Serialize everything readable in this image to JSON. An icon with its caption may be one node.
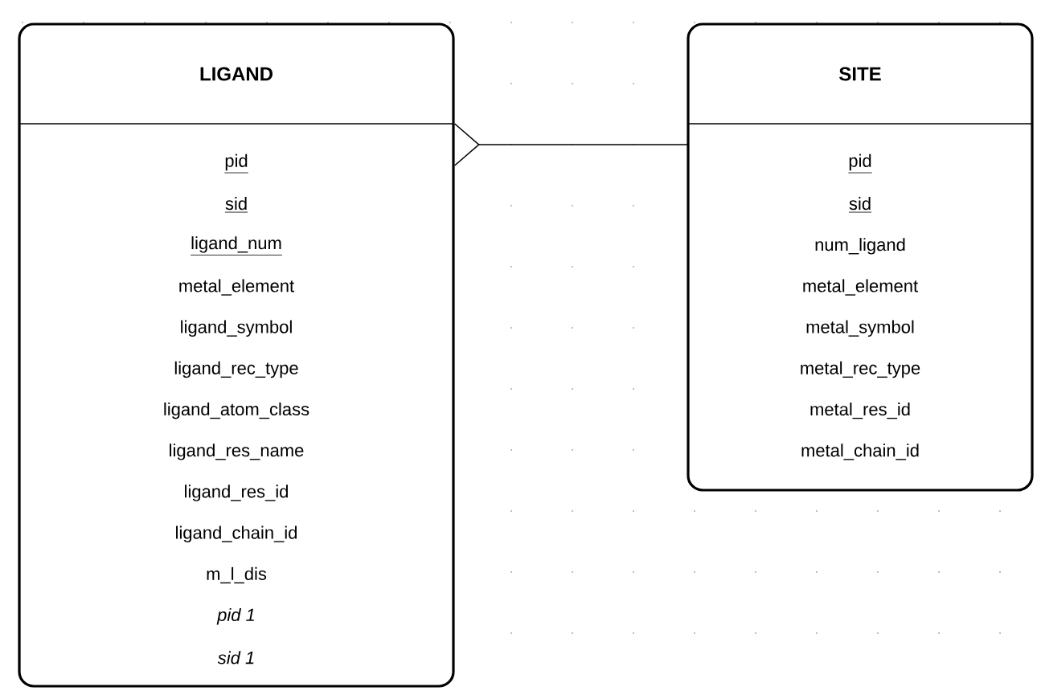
{
  "diagram": {
    "nodes": [
      {
        "text": [
          "LIGAND",
          "pid",
          "sid",
          "ligand_num",
          "metal_element",
          "ligand_symbol",
          "ligand_rec_type",
          "ligand_atom_class",
          "ligand_res_name",
          "ligand_res_id",
          "ligand_chain_id",
          "m_l_dis",
          "*pid 1*",
          "*sid 1*"
        ]
      },
      {
        "text": [
          "SITE",
          "pid",
          "sid",
          "num_ligand",
          "metal_element",
          "metal_symbol",
          "metal_rec_type",
          "metal_res_id",
          "metal_chain_id"
        ]
      }
    ],
    "edges": [
      {
        "from": 1,
        "to": 0,
        "arrow": "other"
      }
    ]
  }
}
